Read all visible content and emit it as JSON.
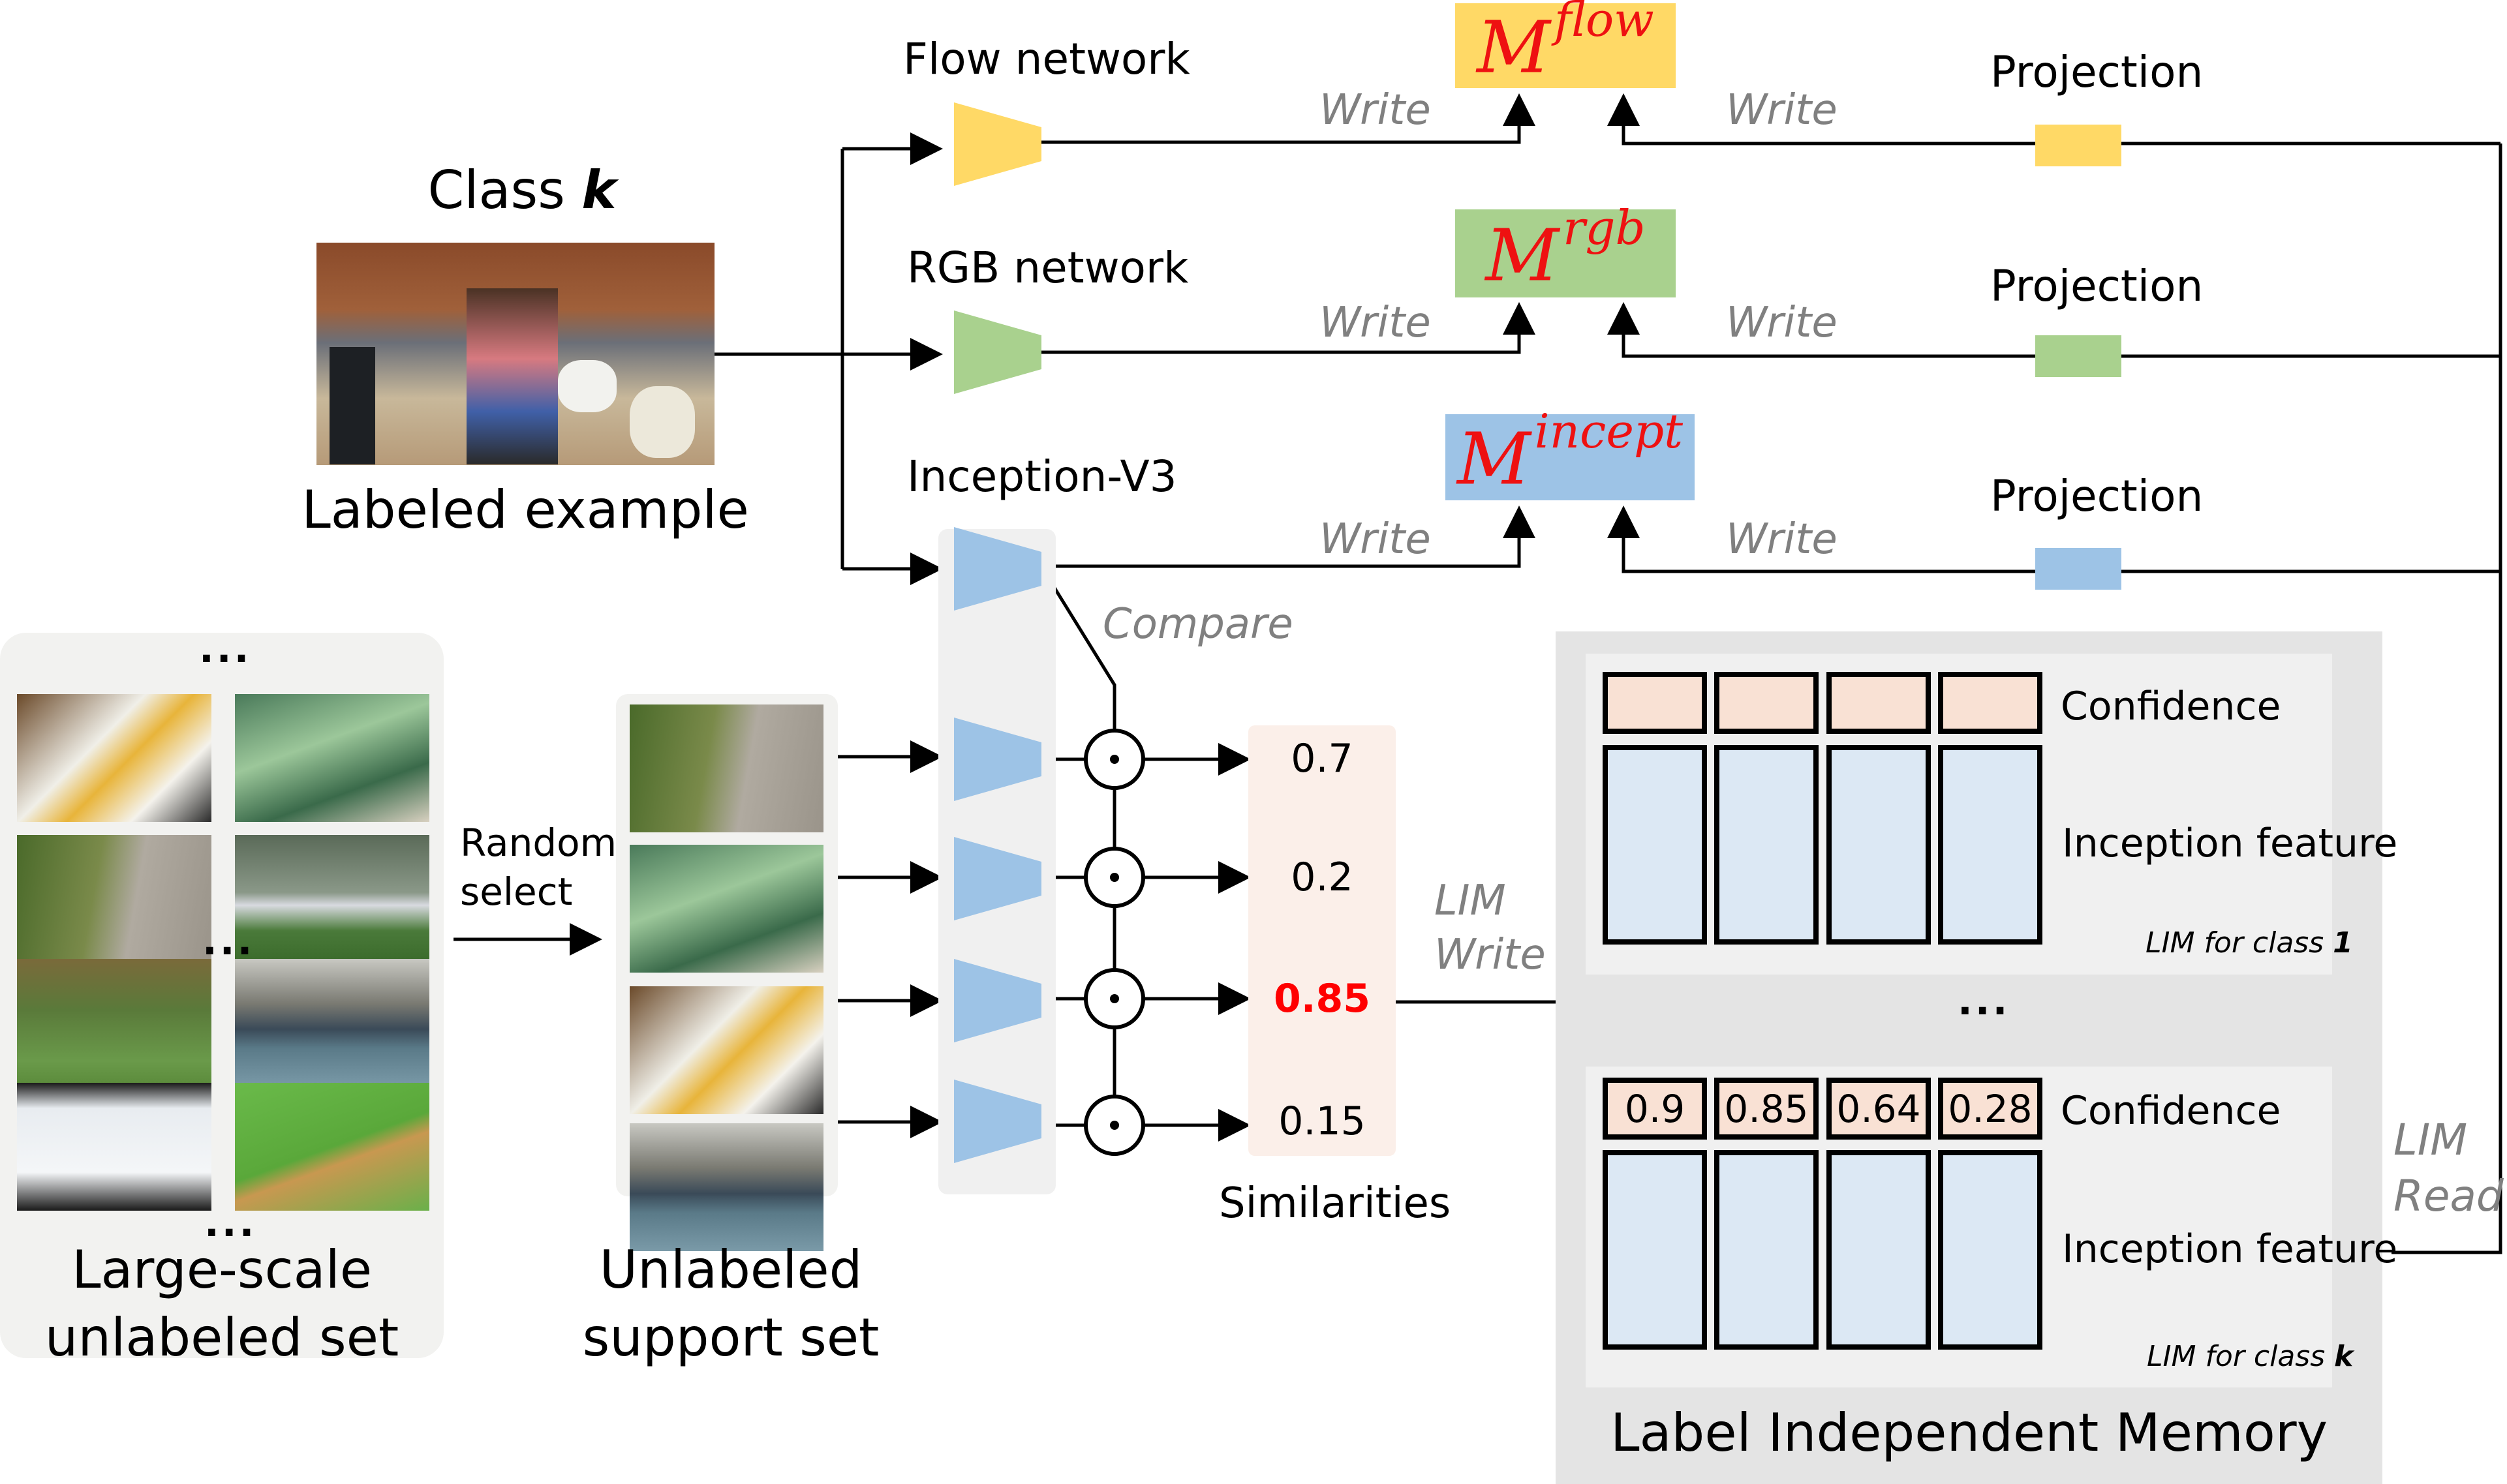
{
  "labeled": {
    "class_prefix": "Class",
    "class_var": "k",
    "caption": "Labeled example",
    "image_desc": "woman baking in kitchen"
  },
  "networks": [
    {
      "id": "flow",
      "label": "Flow network",
      "color": "#ffd966",
      "memory_base": "M",
      "memory_sup": "flow",
      "memory_color": "#ffd966"
    },
    {
      "id": "rgb",
      "label": "RGB network",
      "color": "#a9d18e",
      "memory_base": "M",
      "memory_sup": "rgb",
      "memory_color": "#a9d18e"
    },
    {
      "id": "incept",
      "label": "Inception-V3",
      "color": "#9dc3e6",
      "memory_base": "M",
      "memory_sup": "incept",
      "memory_color": "#9dc3e6"
    }
  ],
  "projection_label": "Projection",
  "write_label": "Write",
  "compare_label": "Compare",
  "unlabeled_set": {
    "caption_line1": "Large-scale",
    "caption_line2": "unlabeled set",
    "ellipsis": "...",
    "thumbnails": [
      "cooking potatoes",
      "leafy greens",
      "man cycling with dog",
      "airplane on runway",
      "black dog on grass",
      "ship in harbor",
      "ice hockey rink",
      "lion cubs on grass"
    ]
  },
  "random_select": {
    "line1": "Random",
    "line2": "select"
  },
  "support_set": {
    "caption_line1": "Unlabeled",
    "caption_line2": "support set",
    "thumbnails": [
      "man cycling with dog",
      "leafy greens",
      "cooking potatoes",
      "ship in harbor"
    ]
  },
  "similarities": {
    "label": "Similarities",
    "values": [
      "0.7",
      "0.2",
      "0.85",
      "0.15"
    ],
    "highlight_index": 2,
    "highlight_color": "#ff0000",
    "operator_symbol": "⊙"
  },
  "lim_write": {
    "line1": "LIM",
    "line2": "Write"
  },
  "lim_read": {
    "line1": "LIM",
    "line2": "Read"
  },
  "memory": {
    "title": "Label Independent Memory",
    "ellipsis": "...",
    "confidence_label": "Confidence",
    "feature_label": "Inception feature",
    "classes": [
      {
        "caption_prefix": "LIM for class",
        "caption_var": "1",
        "confidence": [
          "",
          "",
          "",
          ""
        ]
      },
      {
        "caption_prefix": "LIM for class",
        "caption_var": "k",
        "confidence": [
          "0.9",
          "0.85",
          "0.64",
          "0.28"
        ]
      }
    ]
  }
}
